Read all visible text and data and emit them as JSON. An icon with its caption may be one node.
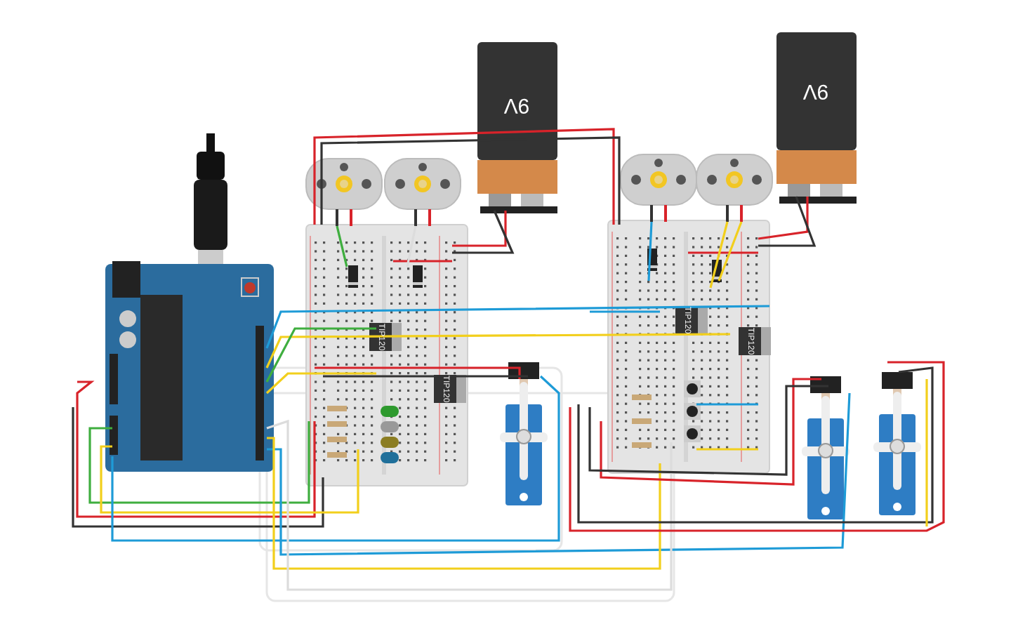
{
  "diagram": {
    "labels": [
      "9V",
      "9V",
      "TIP120",
      "TIP120",
      "TIP120",
      "TIP120"
    ]
  }
}
